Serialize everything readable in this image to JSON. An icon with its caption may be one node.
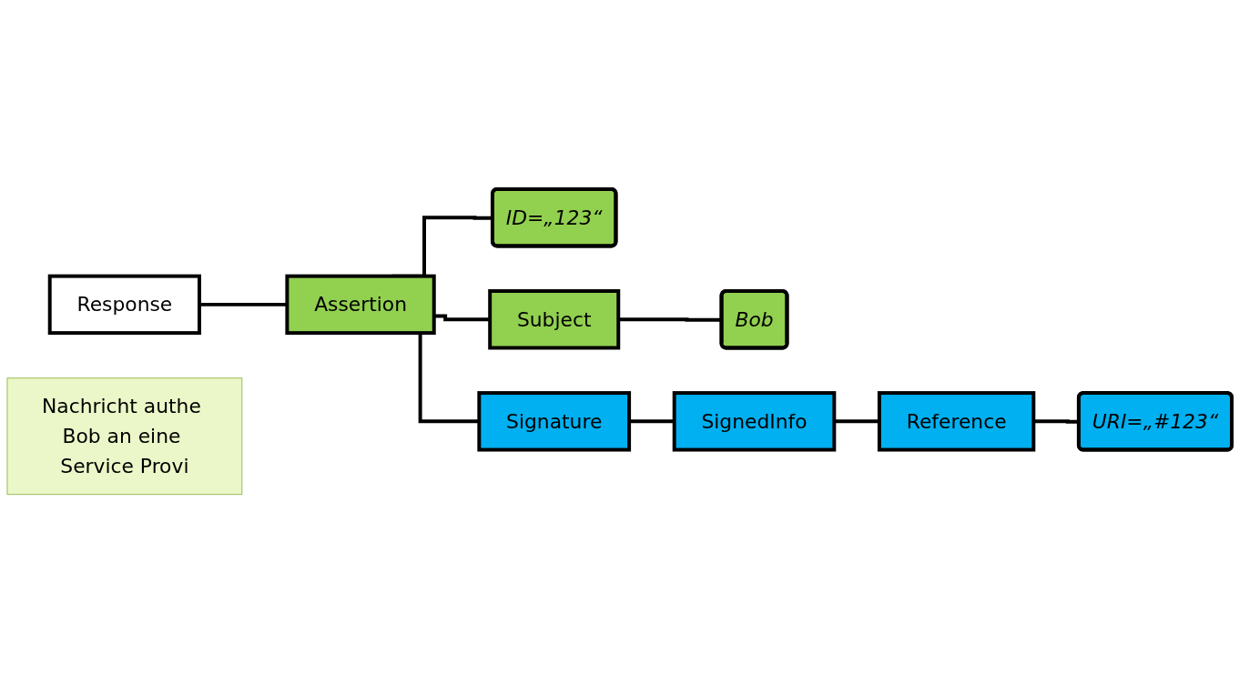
{
  "diagram": {
    "nodes": [
      {
        "text": [
          "Response"
        ]
      },
      {
        "text": [
          "Assertion"
        ]
      },
      {
        "text": [
          "ID=„123“"
        ]
      },
      {
        "text": [
          "Subject"
        ]
      },
      {
        "text": [
          "Bob"
        ]
      },
      {
        "text": [
          "Signature"
        ]
      },
      {
        "text": [
          "SignedInfo"
        ]
      },
      {
        "text": [
          "Reference"
        ]
      },
      {
        "text": [
          "URI=„#123“"
        ]
      },
      {
        "text": [
          "Nachricht authe Bob an eine Service Provi"
        ]
      }
    ],
    "edges": [
      {
        "from": 0,
        "to": 1,
        "arrow": "none"
      },
      {
        "from": 1,
        "to": 2,
        "arrow": "none"
      },
      {
        "from": 1,
        "to": 3,
        "arrow": "none"
      },
      {
        "from": 3,
        "to": 4,
        "arrow": "none"
      },
      {
        "from": 1,
        "to": 5,
        "arrow": "none"
      },
      {
        "from": 5,
        "to": 6,
        "arrow": "none"
      },
      {
        "from": 6,
        "to": 7,
        "arrow": "none"
      },
      {
        "from": 7,
        "to": 8,
        "arrow": "none"
      }
    ]
  }
}
